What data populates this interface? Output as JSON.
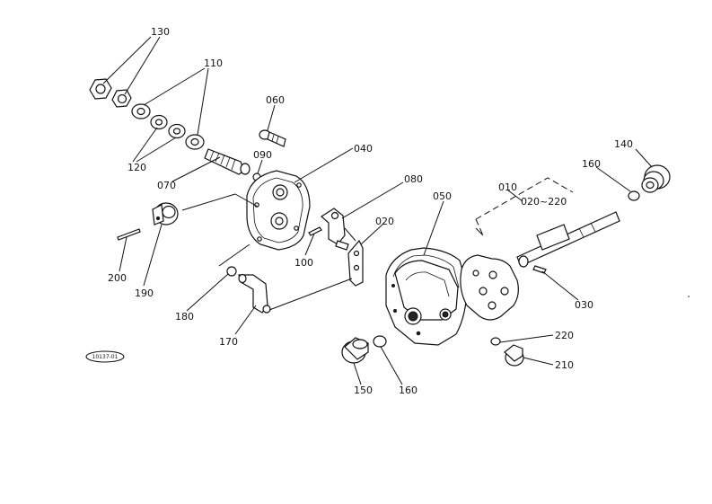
{
  "drawing_code": "10137-01",
  "labels": {
    "p010": "010",
    "p020_220": "020~220",
    "p020": "020",
    "p030": "030",
    "p040": "040",
    "p050": "050",
    "p060": "060",
    "p070": "070",
    "p080": "080",
    "p090": "090",
    "p100": "100",
    "p110": "110",
    "p120": "120",
    "p130": "130",
    "p140": "140",
    "p150": "150",
    "p160_top": "160",
    "p160_bottom": "160",
    "p170": "170",
    "p180": "180",
    "p190": "190",
    "p200": "200",
    "p210": "210",
    "p220": "220"
  }
}
